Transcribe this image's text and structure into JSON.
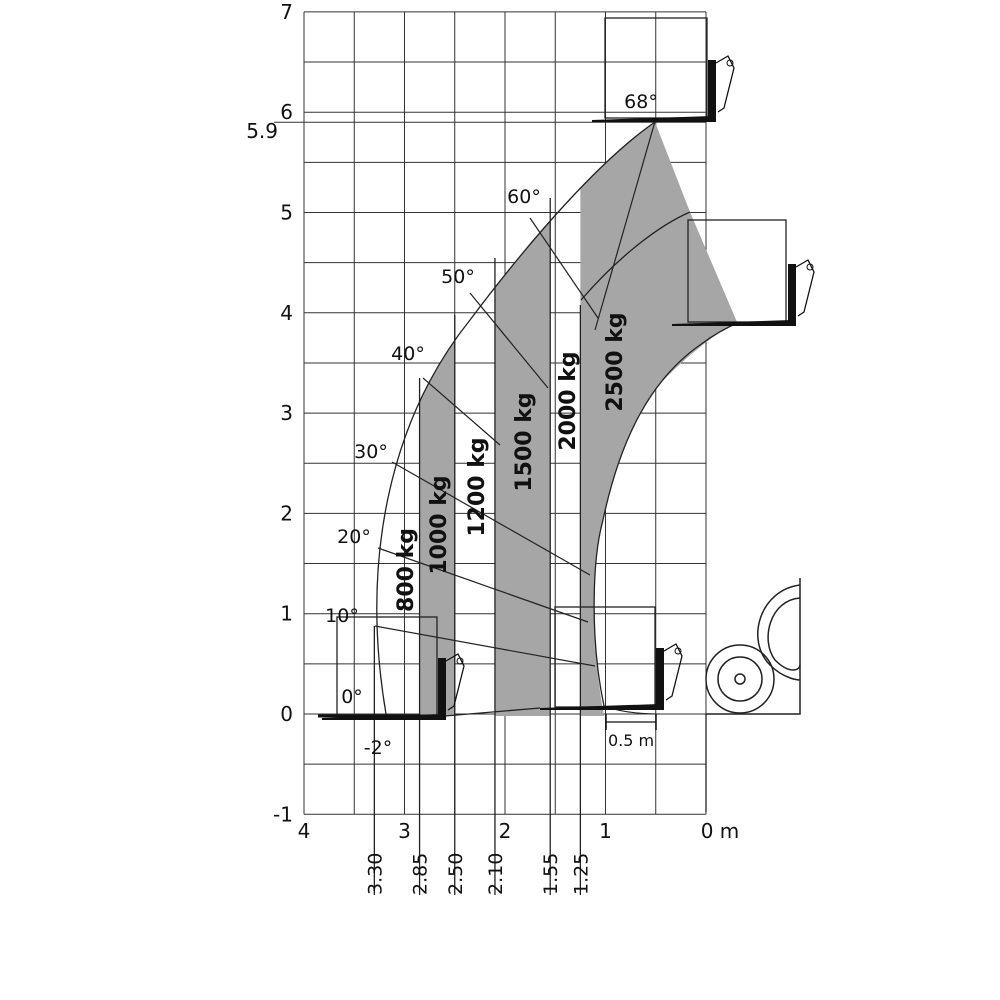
{
  "chart_data": {
    "type": "load_chart",
    "x_axis": {
      "unit_label": "0 m",
      "ticks": [
        {
          "value": 4,
          "label": "4"
        },
        {
          "value": 3,
          "label": "3"
        },
        {
          "value": 2,
          "label": "2"
        },
        {
          "value": 1,
          "label": "1"
        }
      ],
      "range": [
        4,
        0
      ]
    },
    "y_axis": {
      "ticks": [
        {
          "value": 7,
          "label": "7"
        },
        {
          "value": 6,
          "label": "6"
        },
        {
          "value": 5,
          "label": "5"
        },
        {
          "value": 4,
          "label": "4"
        },
        {
          "value": 3,
          "label": "3"
        },
        {
          "value": 2,
          "label": "2"
        },
        {
          "value": 1,
          "label": "1"
        },
        {
          "value": 0,
          "label": "0"
        },
        {
          "value": -1,
          "label": "-1"
        }
      ],
      "range": [
        -1,
        7
      ],
      "max_height": {
        "value": 5.9,
        "label": "5.9"
      }
    },
    "grid": true,
    "boom_angles": [
      {
        "label": "68°",
        "angle": 68
      },
      {
        "label": "60°",
        "angle": 60
      },
      {
        "label": "50°",
        "angle": 50
      },
      {
        "label": "40°",
        "angle": 40
      },
      {
        "label": "30°",
        "angle": 30
      },
      {
        "label": "20°",
        "angle": 20
      },
      {
        "label": "10°",
        "angle": 10
      },
      {
        "label": "0°",
        "angle": 0
      },
      {
        "label": "-2°",
        "angle": -2
      }
    ],
    "load_zones": [
      {
        "label": "800 kg",
        "reach_from": 3.3,
        "reach_to": 2.85
      },
      {
        "label": "1000 kg",
        "reach_from": 2.85,
        "reach_to": 2.5
      },
      {
        "label": "1200 kg",
        "reach_from": 2.5,
        "reach_to": 2.1
      },
      {
        "label": "1500 kg",
        "reach_from": 2.1,
        "reach_to": 1.55
      },
      {
        "label": "2000 kg",
        "reach_from": 1.55,
        "reach_to": 1.25
      },
      {
        "label": "2500 kg",
        "reach_from": 1.25,
        "reach_to": 0.5
      }
    ],
    "reach_marks": [
      {
        "value": 3.3,
        "label": "3.30"
      },
      {
        "value": 2.85,
        "label": "2.85"
      },
      {
        "value": 2.5,
        "label": "2.50"
      },
      {
        "value": 2.1,
        "label": "2.10"
      },
      {
        "value": 1.55,
        "label": "1.55"
      },
      {
        "value": 1.25,
        "label": "1.25"
      }
    ],
    "scale_bar": {
      "label": "0.5 m",
      "value": 0.5
    },
    "colors": {
      "zone_fill": "#a6a6a6",
      "lines": "#222222",
      "background": "#ffffff"
    }
  }
}
